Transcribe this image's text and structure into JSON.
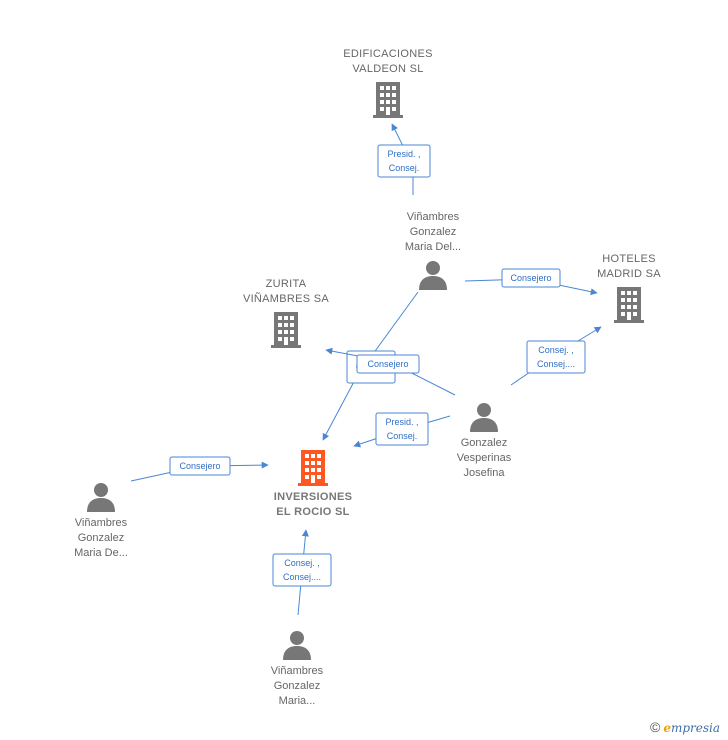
{
  "nodes": [
    {
      "id": "edificaciones",
      "type": "company",
      "lines": [
        "EDIFICACIONES",
        "VALDEON SL"
      ],
      "color": "#777777"
    },
    {
      "id": "hoteles",
      "type": "company",
      "lines": [
        "HOTELES",
        "MADRID SA"
      ],
      "color": "#777777"
    },
    {
      "id": "zurita",
      "type": "company",
      "lines": [
        "ZURITA",
        "VIÑAMBRES SA"
      ],
      "color": "#777777"
    },
    {
      "id": "inversiones",
      "type": "company",
      "lines": [
        "INVERSIONES",
        "EL ROCIO SL"
      ],
      "color": "#ff5722",
      "main": true
    },
    {
      "id": "vinambres_top",
      "type": "person",
      "lines": [
        "Viñambres",
        "Gonzalez",
        "Maria Del..."
      ],
      "color": "#777777"
    },
    {
      "id": "gonzalez",
      "type": "person",
      "lines": [
        "Gonzalez",
        "Vesperinas",
        "Josefina"
      ],
      "color": "#777777"
    },
    {
      "id": "vinambres_left",
      "type": "person",
      "lines": [
        "Viñambres",
        "Gonzalez",
        "Maria De..."
      ],
      "color": "#777777"
    },
    {
      "id": "vinambres_bottom",
      "type": "person",
      "lines": [
        "Viñambres",
        "Gonzalez",
        "Maria..."
      ],
      "color": "#777777"
    }
  ],
  "edges": [
    {
      "from": "vinambres_top",
      "to": "edificaciones",
      "label": [
        "Presid. ,",
        "Consej."
      ]
    },
    {
      "from": "vinambres_top",
      "to": "hoteles",
      "label": [
        "Consejero"
      ]
    },
    {
      "from": "vinambres_top",
      "to": "inversiones",
      "label": [
        "Consej."
      ]
    },
    {
      "from": "gonzalez",
      "to": "zurita",
      "label": [
        "Consejero"
      ]
    },
    {
      "from": "gonzalez",
      "to": "hoteles",
      "label": [
        "Consej. ,",
        "Consej...."
      ]
    },
    {
      "from": "gonzalez",
      "to": "inversiones",
      "label": [
        "Presid. ,",
        "Consej."
      ]
    },
    {
      "from": "vinambres_left",
      "to": "inversiones",
      "label": [
        "Consejero"
      ]
    },
    {
      "from": "vinambres_bottom",
      "to": "inversiones",
      "label": [
        "Consej. ,",
        "Consej...."
      ]
    }
  ],
  "brand": {
    "copyright": "©",
    "e": "e",
    "rest": "mpresia"
  },
  "colors": {
    "edge": "#4a86d4",
    "edge_text": "#2f6fc4",
    "node": "#777777",
    "main": "#ff5722"
  }
}
